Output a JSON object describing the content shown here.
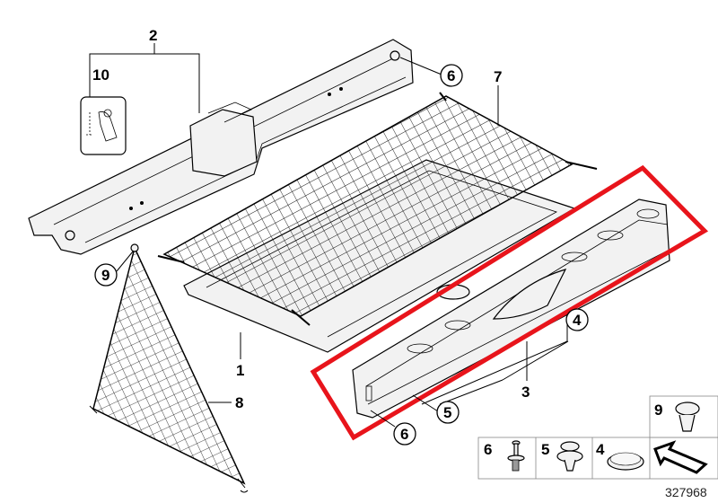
{
  "diagram": {
    "labels": {
      "part_2": "2",
      "part_10": "10",
      "part_6_top": "6",
      "part_7": "7",
      "part_9": "9",
      "part_1": "1",
      "part_8": "8",
      "part_4": "4",
      "part_3": "3",
      "part_5": "5",
      "part_6_bottom": "6"
    },
    "inset": {
      "cells": [
        "6",
        "5",
        "4",
        "9"
      ]
    },
    "document_number": "327968",
    "highlight_color": "#e8141b"
  }
}
